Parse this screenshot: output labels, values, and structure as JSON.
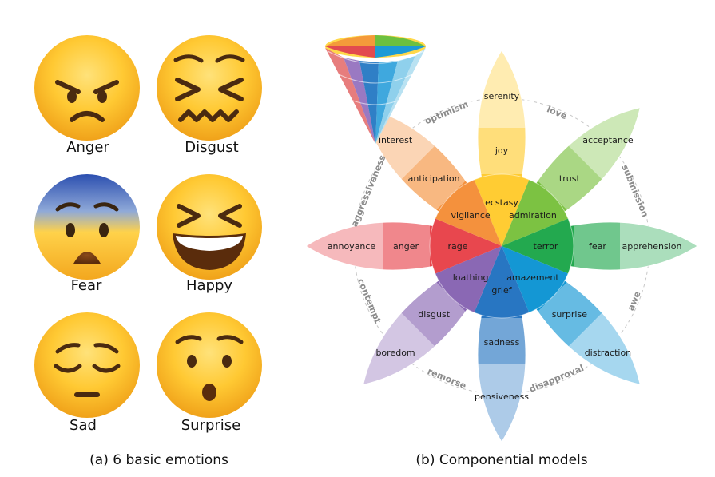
{
  "emoji_panel": {
    "faces": [
      {
        "key": "anger",
        "label": "Anger"
      },
      {
        "key": "disgust",
        "label": "Disgust"
      },
      {
        "key": "fear",
        "label": "Fear"
      },
      {
        "key": "happy",
        "label": "Happy"
      },
      {
        "key": "sad",
        "label": "Sad"
      },
      {
        "key": "surprise",
        "label": "Surprise"
      }
    ],
    "caption": "(a)  6 basic emotions"
  },
  "wheel_panel": {
    "caption": "(b) Componential models",
    "petals": [
      {
        "color": "#ffcc33",
        "inner": "ecstasy",
        "middle": "joy",
        "outer": "serenity"
      },
      {
        "color": "#7cc242",
        "inner": "admiration",
        "middle": "trust",
        "outer": "acceptance"
      },
      {
        "color": "#23a94f",
        "inner": "terror",
        "middle": "fear",
        "outer": "apprehension"
      },
      {
        "color": "#1497d4",
        "inner": "amazement",
        "middle": "surprise",
        "outer": "distraction"
      },
      {
        "color": "#2876c2",
        "inner": "grief",
        "middle": "sadness",
        "outer": "pensiveness"
      },
      {
        "color": "#8a68b4",
        "inner": "loathing",
        "middle": "disgust",
        "outer": "boredom"
      },
      {
        "color": "#e8474e",
        "inner": "rage",
        "middle": "anger",
        "outer": "annoyance"
      },
      {
        "color": "#f4913d",
        "inner": "vigilance",
        "middle": "anticipation",
        "outer": "interest"
      }
    ],
    "dyads": [
      "love",
      "submission",
      "awe",
      "disapproval",
      "remorse",
      "contempt",
      "aggressiveness",
      "optimism"
    ]
  }
}
